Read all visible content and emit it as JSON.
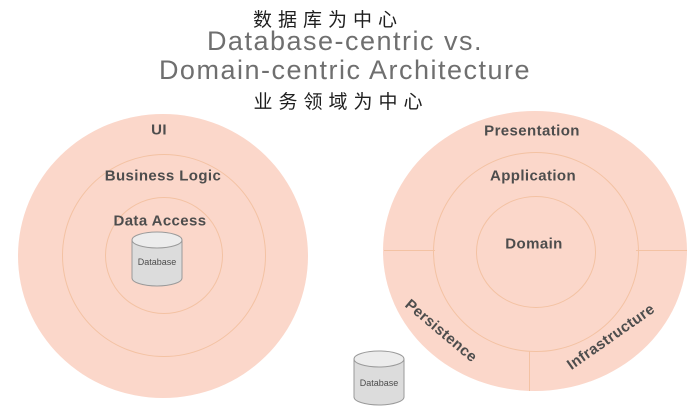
{
  "header": {
    "label_database_centric_zh": "数据库为中心",
    "title_line1": "Database-centric vs.",
    "title_line2": "Domain-centric Architecture",
    "label_domain_centric_zh": "业务领域为中心"
  },
  "colors": {
    "circle_fill": "#fbd7ca",
    "ring_line": "#f3c2a3",
    "label_text": "#4d4d4d",
    "title_text": "#6f6f6f",
    "zh_text": "#1f1f1f",
    "cylinder_body": "#dcdcdc",
    "cylinder_top": "#ececec",
    "cylinder_stroke": "#9a9a9a"
  },
  "left_diagram": {
    "ring_labels": [
      "UI",
      "Business Logic",
      "Data Access"
    ],
    "database_label": "Database"
  },
  "right_diagram": {
    "ring_labels": [
      "Presentation",
      "Application",
      "Domain"
    ],
    "segment_labels": [
      "Persistence",
      "Infrastructure"
    ],
    "database_label": "Database"
  }
}
